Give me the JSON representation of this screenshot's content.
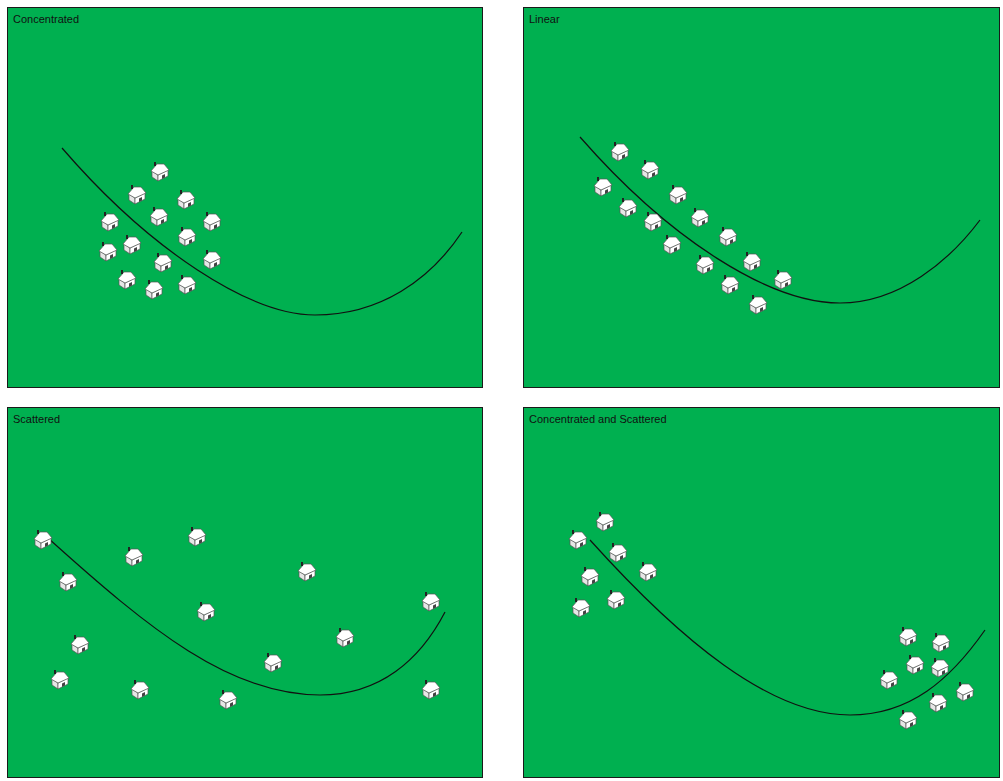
{
  "diagram": {
    "nodes": [
      {
        "text": [
          "Concentrated"
        ]
      },
      {
        "text": [
          "Linear"
        ]
      },
      {
        "text": [
          "Scattered"
        ]
      },
      {
        "text": [
          "Concentrated and Scattered"
        ]
      }
    ]
  }
}
